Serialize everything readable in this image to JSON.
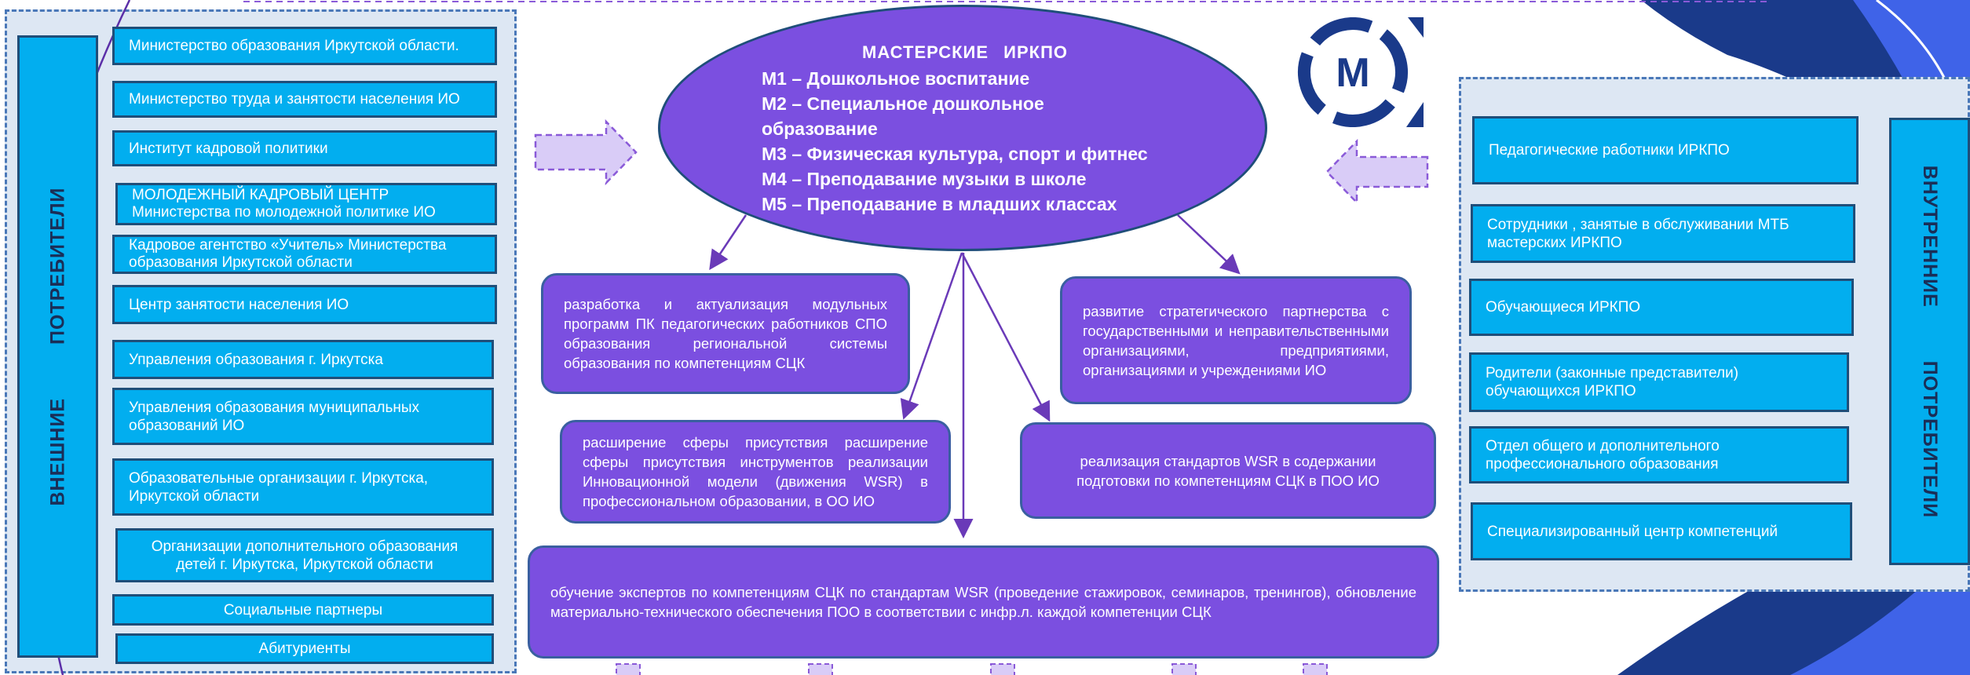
{
  "colors": {
    "panel_bg": "#dde7f3",
    "panel_border": "#4a78b8",
    "box_fill": "#02aeef",
    "box_border": "#1f4e79",
    "violet": "#7b4fe0",
    "light_violet": "#d9ccf7",
    "navy": "#1a3a8a",
    "arrow": "#6a3ab8"
  },
  "external": {
    "title": "ВНЕШНИЕ ПОТРЕБИТЕЛИ",
    "items": [
      "Министерство образования Иркутской области.",
      "Министерство труда и занятости населения ИО",
      "Институт кадровой политики",
      "МОЛОДЕЖНЫЙ КАДРОВЫЙ ЦЕНТР Министерства по молодежной политике ИО",
      "Кадровое агентство «Учитель» Министерства образования Иркутской области",
      "Центр занятости населения ИО",
      "Управления образования г. Иркутска",
      "Управления образования муниципальных образований ИО",
      "Образовательные организации г. Иркутска, Иркутской области",
      "Организации дополнительного образования детей г. Иркутска, Иркутской области",
      "Социальные партнеры",
      "Абитуриенты"
    ]
  },
  "internal": {
    "title": "ВНУТРЕННИЕ ПОТРЕБИТЕЛИ",
    "items": [
      "Педагогические работники ИРКПО",
      "Сотрудники , занятые в обслуживании МТБ мастерских ИРКПО",
      "Обучающиеся ИРКПО",
      "Родители (законные представители) обучающихся ИРКПО",
      "Отдел общего и дополнительного профессионального образования",
      "Специализированный центр компетенций"
    ]
  },
  "center": {
    "title": "МАСТЕРСКИЕ ИРКПО",
    "lines": [
      "М1 – Дошкольное воспитание",
      "М2 – Специальное дошкольное",
      "образование",
      "М3 – Физическая культура, спорт и фитнес",
      "М4 – Преподавание музыки в школе",
      "М5 – Преподавание в младших классах"
    ]
  },
  "logo": {
    "letter": "M",
    "icon": "college-logo-icon"
  },
  "directions": {
    "modular": "разработка и актуализация модульных программ ПК педагогических работников СПО образования региональной системы образования по компетенциям СЦК",
    "partnership": "развитие стратегического партнерства с государственными и неправительственными организациями, предприятиями, организациями и учреждениями ИО",
    "expansion": "расширение сферы присутствия расширение сферы присутствия инструментов реализации Инновационной модели (движения WSR) в профессиональном образовании, в ОО ИО",
    "standards": "реализация стандартов WSR в содержании подготовки по компетенциям СЦК в ПОО ИО",
    "training": "обучение экспертов по компетенциям СЦК по стандартам WSR (проведение стажировок, семинаров, тренингов), обновление материально-технического обеспечения ПОО в соответствии с инфр.л. каждой компетенции СЦК"
  }
}
